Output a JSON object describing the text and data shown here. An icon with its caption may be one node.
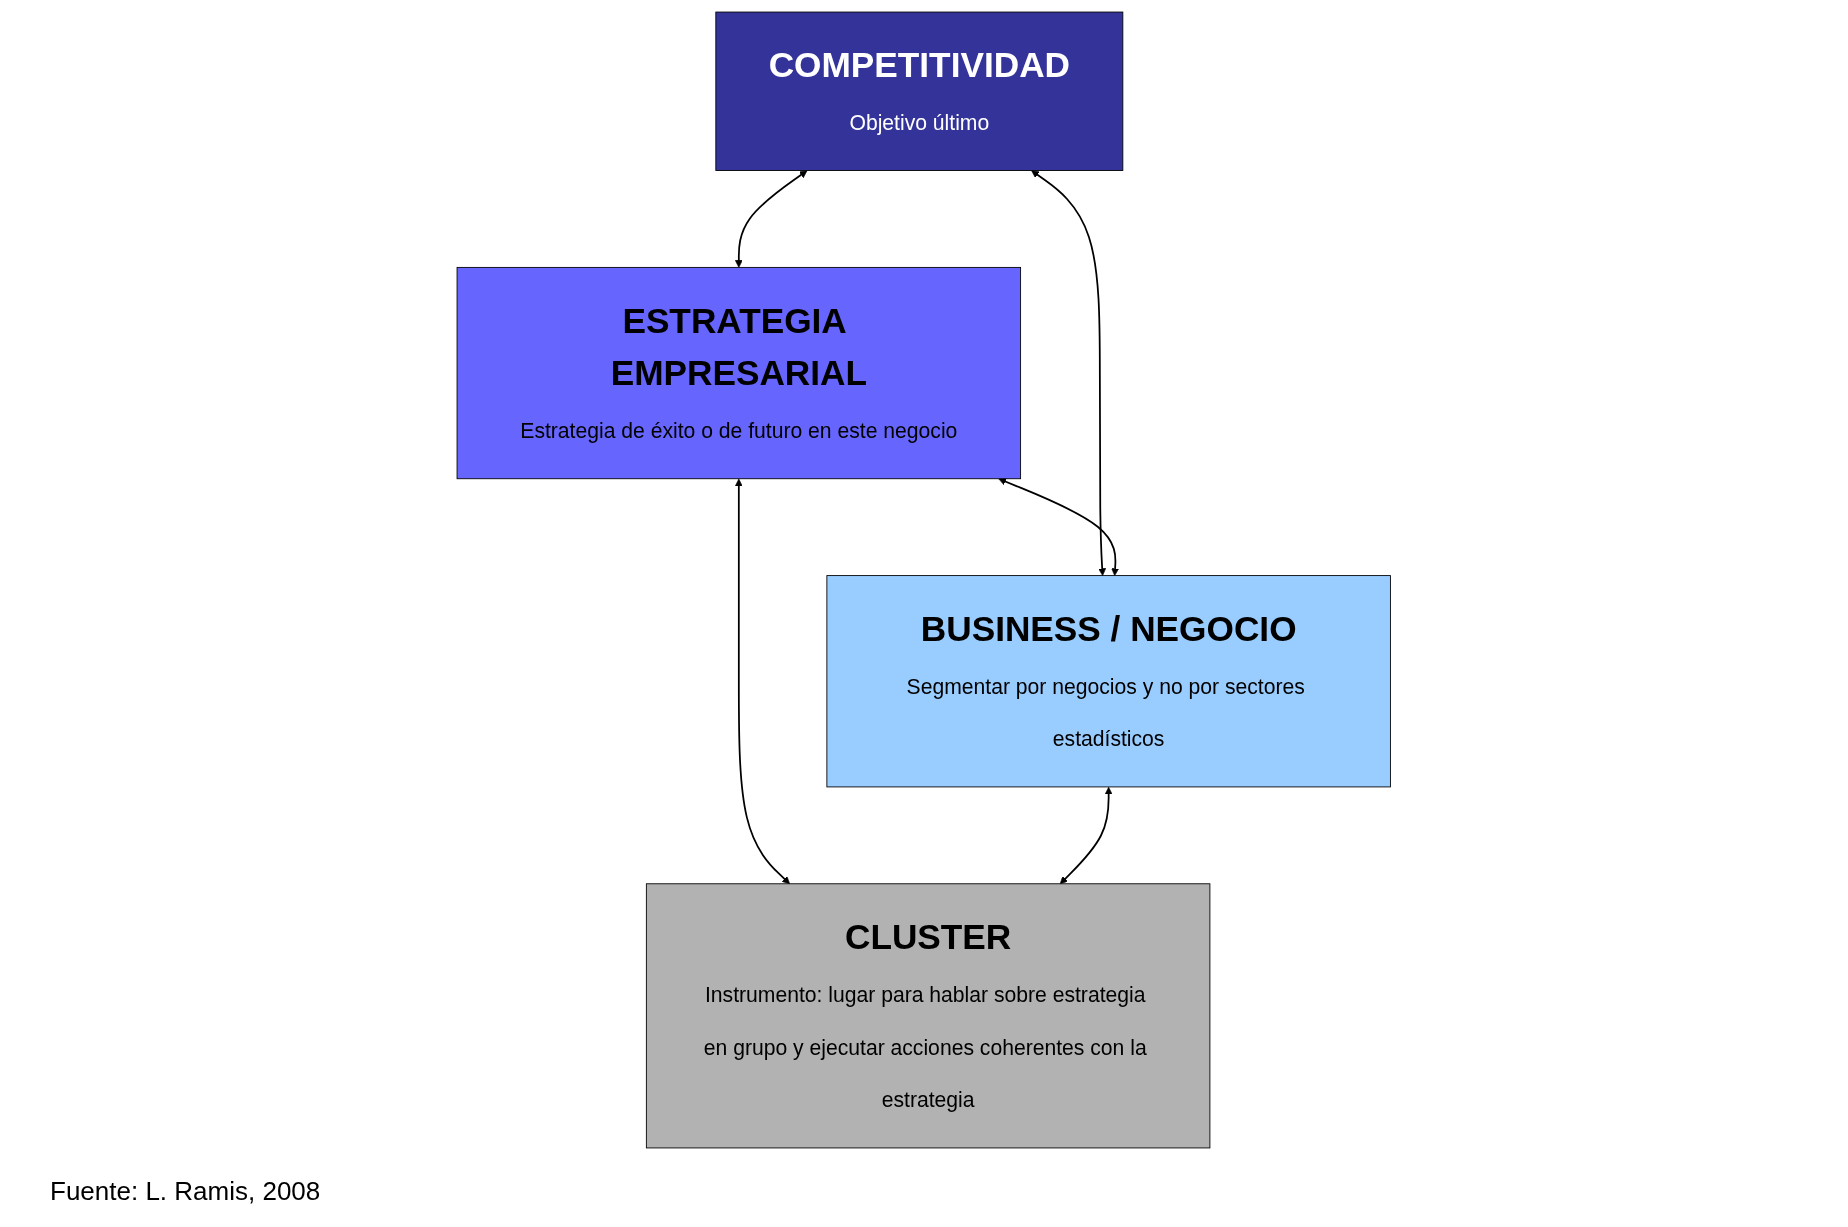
{
  "diagram": {
    "nodes": [
      {
        "text": [
          "COMPETITIVIDAD",
          "Objetivo último"
        ]
      },
      {
        "text": [
          "ESTRATEGIA EMPRESARIAL",
          "Estrategia de éxito o de futuro en este negocio"
        ]
      },
      {
        "text": [
          "BUSINESS / NEGOCIO",
          "Segmentar por negocios y no por sectores estadísticos"
        ]
      },
      {
        "text": [
          "CLUSTER",
          "Instrumento: lugar para hablar sobre estrategia en grupo y ejecutar acciones coherentes con la estrategia"
        ]
      }
    ],
    "edges": [
      {
        "from": 0,
        "to": 1,
        "arrow": "both"
      },
      {
        "from": 0,
        "to": 2,
        "arrow": "both"
      },
      {
        "from": 1,
        "to": 2,
        "arrow": "both"
      },
      {
        "from": 1,
        "to": 3,
        "arrow": "both"
      },
      {
        "from": 2,
        "to": 3,
        "arrow": "both"
      }
    ],
    "labels": [
      "Fuente: L. Ramis, 2008"
    ]
  }
}
